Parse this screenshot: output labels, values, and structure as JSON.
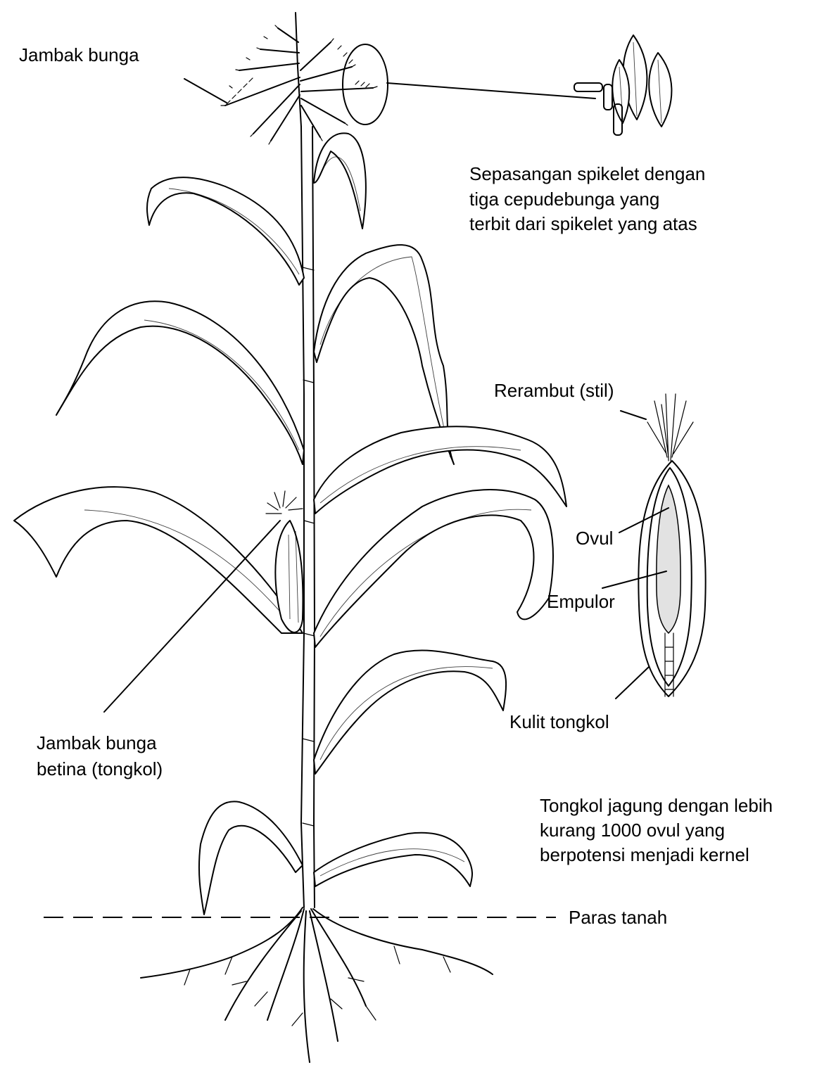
{
  "labels": {
    "tassel": "Jambak bunga",
    "spikelet_line1": "Sepasangan spikelet dengan",
    "spikelet_line2": "tiga cepudebunga yang",
    "spikelet_line3": "terbit dari spikelet yang atas",
    "silk": "Rerambut (stil)",
    "ovule": "Ovul",
    "cob": "Empulor",
    "husk": "Kulit tongkol",
    "female_line1": "Jambak bunga",
    "female_line2": "betina (tongkol)",
    "ear_note_line1": "Tongkol jagung dengan lebih",
    "ear_note_line2": "kurang 1000 ovul yang",
    "ear_note_line3": "berpotensi menjadi kernel",
    "ground": "Paras tanah"
  },
  "colors": {
    "ink": "#000000",
    "paper": "#ffffff"
  }
}
